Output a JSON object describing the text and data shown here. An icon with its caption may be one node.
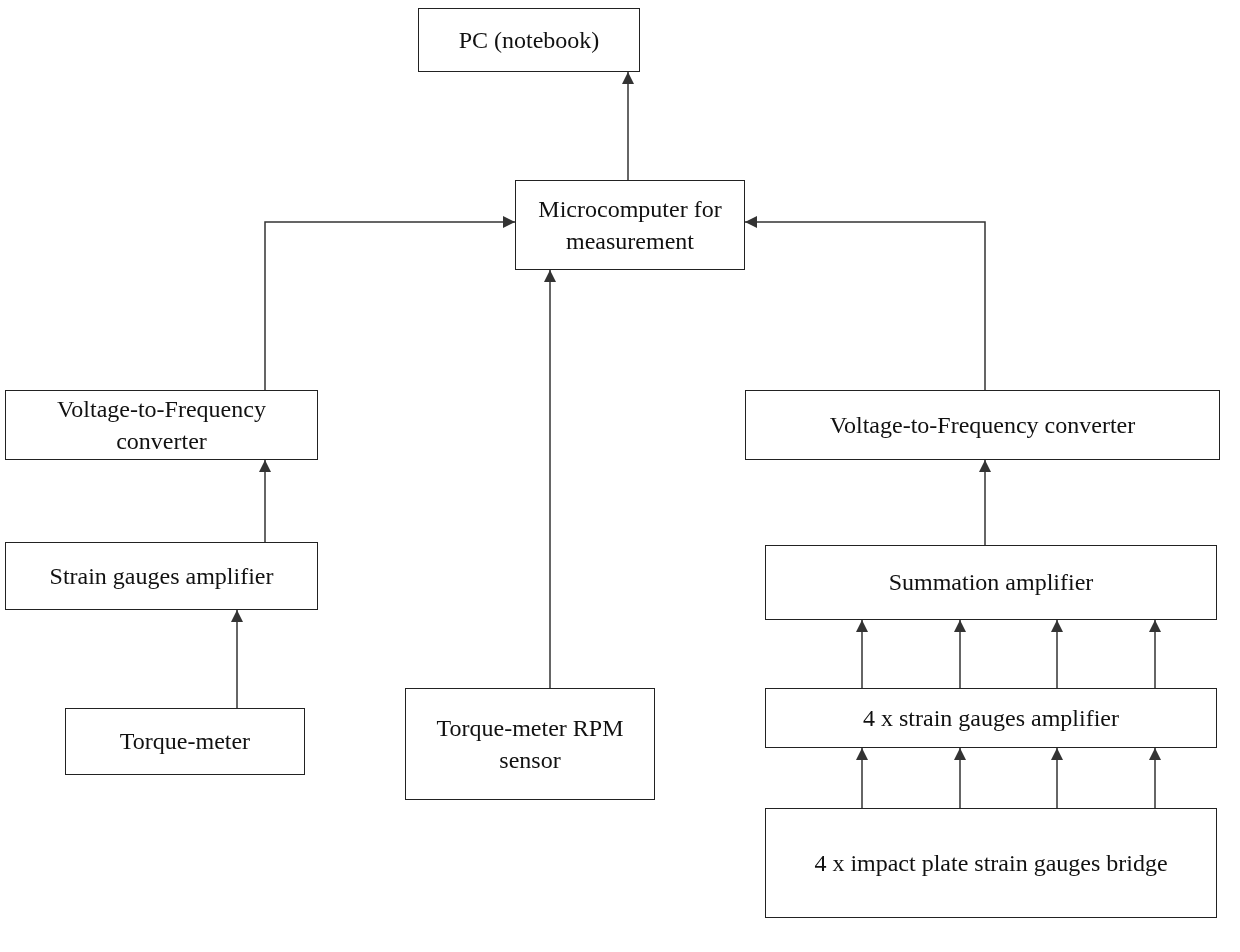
{
  "diagram": {
    "nodes": [
      {
        "text": [
          "PC (notebook)"
        ]
      },
      {
        "text": [
          "Microcomputer for measurement"
        ]
      },
      {
        "text": [
          "Voltage-to-Frequency converter"
        ]
      },
      {
        "text": [
          "Strain gauges amplifier"
        ]
      },
      {
        "text": [
          "Torque-meter"
        ]
      },
      {
        "text": [
          "Torque-meter RPM sensor"
        ]
      },
      {
        "text": [
          "Voltage-to-Frequency converter"
        ]
      },
      {
        "text": [
          "Summation amplifier"
        ]
      },
      {
        "text": [
          "4 x strain gauges amplifier"
        ]
      },
      {
        "text": [
          "4 x impact plate strain gauges bridge"
        ]
      }
    ],
    "edges": [
      {
        "from": 1,
        "to": 0,
        "arrow": "to"
      },
      {
        "from": 2,
        "to": 1,
        "arrow": "to"
      },
      {
        "from": 5,
        "to": 1,
        "arrow": "to"
      },
      {
        "from": 6,
        "to": 1,
        "arrow": "to"
      },
      {
        "from": 3,
        "to": 2,
        "arrow": "to"
      },
      {
        "from": 4,
        "to": 3,
        "arrow": "to"
      },
      {
        "from": 7,
        "to": 6,
        "arrow": "to"
      },
      {
        "from": 8,
        "to": 7,
        "arrow": "to"
      },
      {
        "from": 8,
        "to": 7,
        "arrow": "to"
      },
      {
        "from": 8,
        "to": 7,
        "arrow": "to"
      },
      {
        "from": 8,
        "to": 7,
        "arrow": "to"
      },
      {
        "from": 9,
        "to": 8,
        "arrow": "to"
      },
      {
        "from": 9,
        "to": 8,
        "arrow": "to"
      },
      {
        "from": 9,
        "to": 8,
        "arrow": "to"
      },
      {
        "from": 9,
        "to": 8,
        "arrow": "to"
      }
    ]
  }
}
